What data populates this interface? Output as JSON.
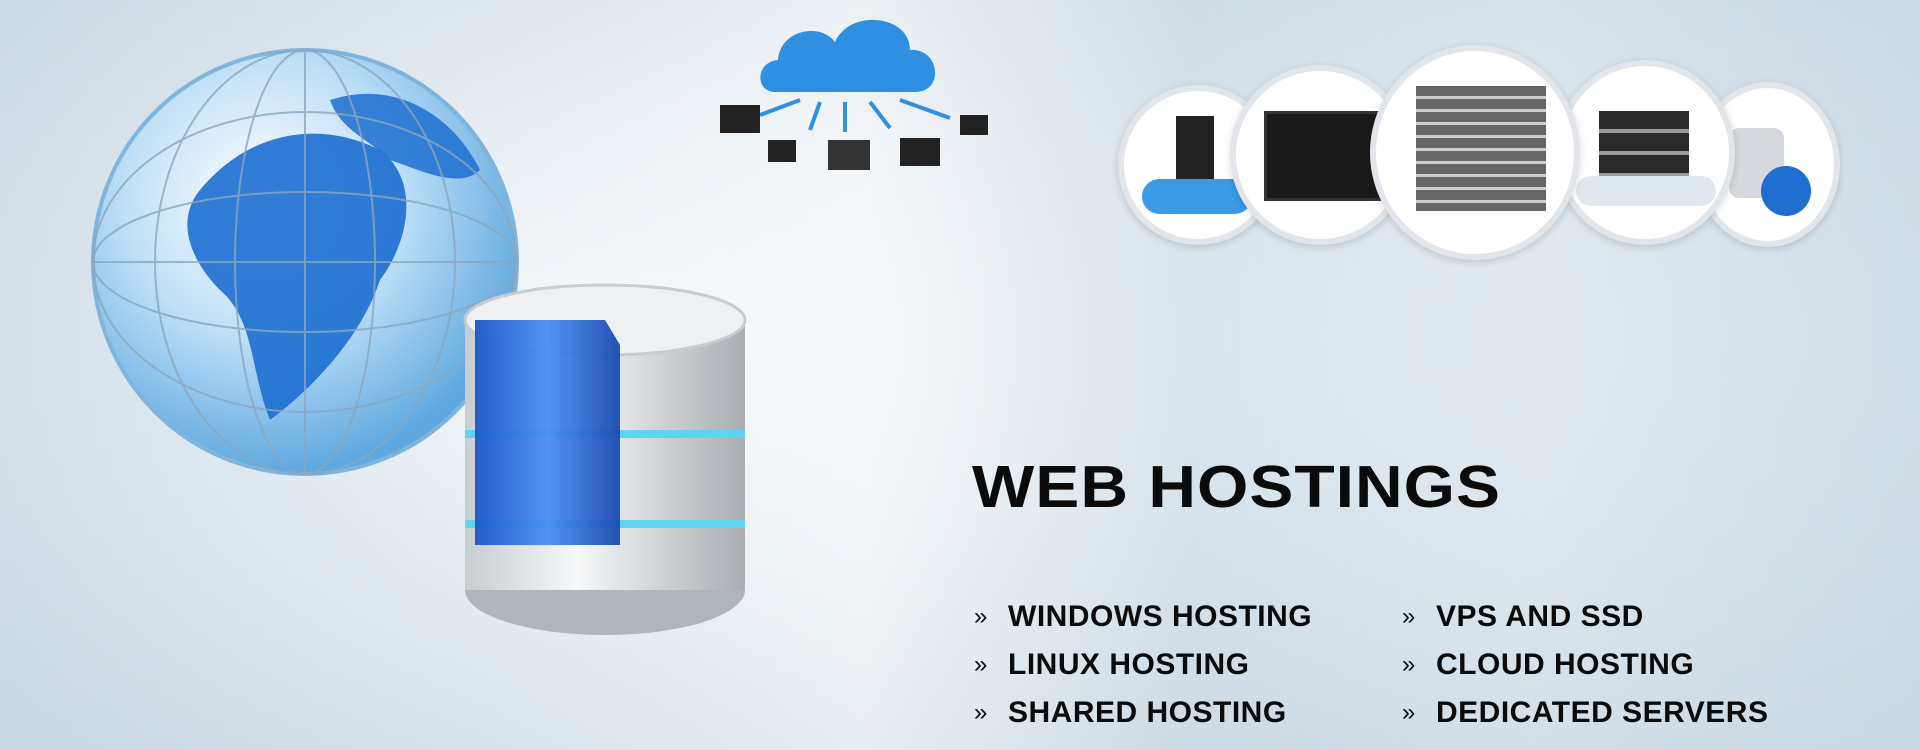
{
  "heading": "WEB HOSTINGS",
  "services_left": [
    "WINDOWS HOSTING",
    "LINUX HOSTING",
    "SHARED HOSTING"
  ],
  "services_right": [
    "VPS AND SSD",
    "CLOUD HOSTING",
    "DEDICATED SERVERS"
  ],
  "bullet": "»",
  "colors": {
    "accent_blue": "#1a6fd1",
    "text": "#0b0b0b"
  }
}
